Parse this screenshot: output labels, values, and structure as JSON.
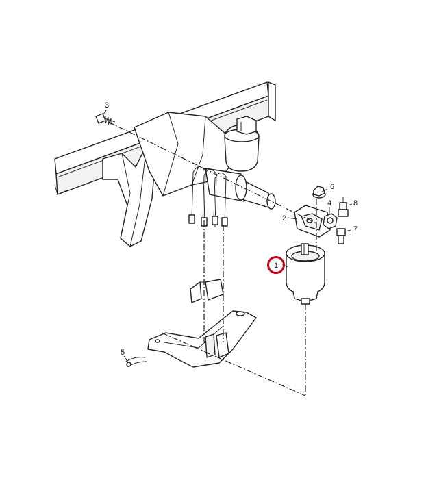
{
  "callouts": {
    "c1": "1",
    "c2": "2",
    "c3": "3",
    "c4": "4",
    "c5": "5",
    "c6": "6",
    "c7": "7",
    "c8": "8"
  },
  "highlight": {
    "callout": "1",
    "color": "#d0021b"
  },
  "colors": {
    "line": "#222222",
    "background": "#ffffff"
  }
}
